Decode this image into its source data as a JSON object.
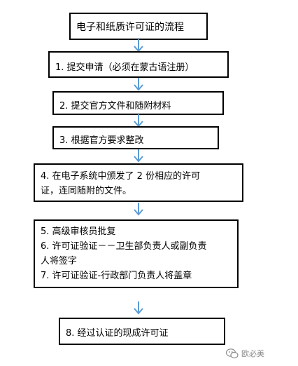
{
  "title": "电子和纸质许可证的流程",
  "steps": [
    {
      "lines": [
        "1.  提交申请（必须在蒙古语注册）"
      ]
    },
    {
      "lines": [
        "2.  提交官方文件和随附材料"
      ]
    },
    {
      "lines": [
        "3.  根据官方要求整改"
      ]
    },
    {
      "lines": [
        "4.  在电子系统中颁发了   2  份相应的许可",
        "证，连同随附的文件。"
      ]
    },
    {
      "lines": [
        "5.  高级审核员批复",
        "6.  许可证验证－－卫生部负责人或副负责",
        "人将签字",
        "7.  许可证验证-行政部门负责人将盖章"
      ]
    },
    {
      "lines": [
        "8.  经过认证的现成许可证"
      ]
    }
  ],
  "colors": {
    "arrow": "#5b9bd5",
    "box_border": "#000000",
    "watermark": "#8a8a8a"
  },
  "watermark": {
    "icon": "wechat-icon",
    "text": "欧必美"
  }
}
